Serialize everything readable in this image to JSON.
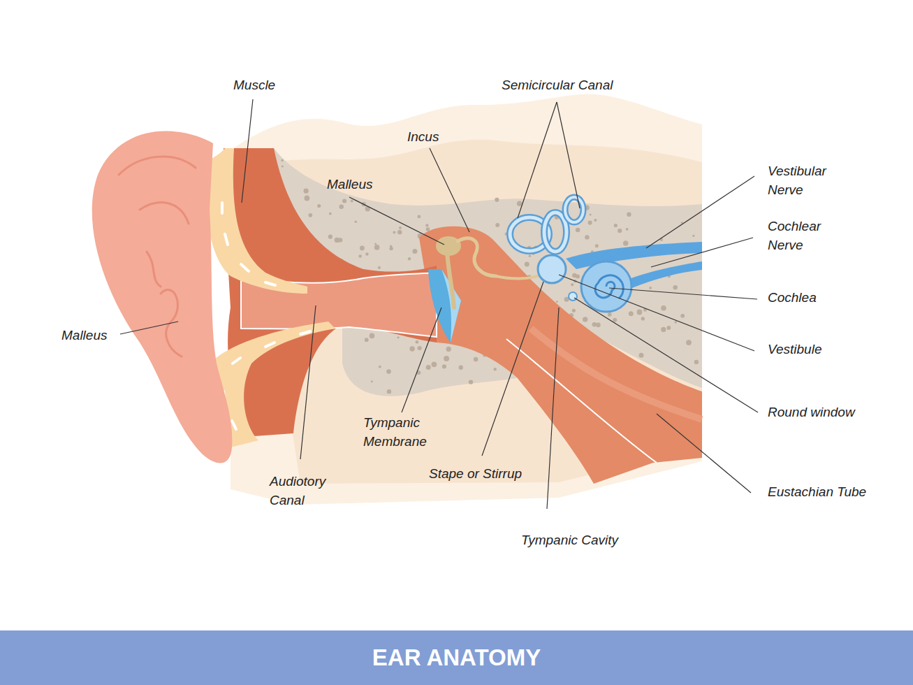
{
  "diagram": {
    "title": "EAR ANATOMY",
    "labels": [
      "Muscle",
      "Semicircular Canal",
      "Incus",
      "Vestibular Nerve",
      "Malleus",
      "Cochlear Nerve",
      "Cochlea",
      "Malleus",
      "Vestibule",
      "Round window",
      "Tympanic Membrane",
      "Stape or Stirrup",
      "Audiotory Canal",
      "Eustachian Tube",
      "Tympanic Cavity"
    ]
  }
}
